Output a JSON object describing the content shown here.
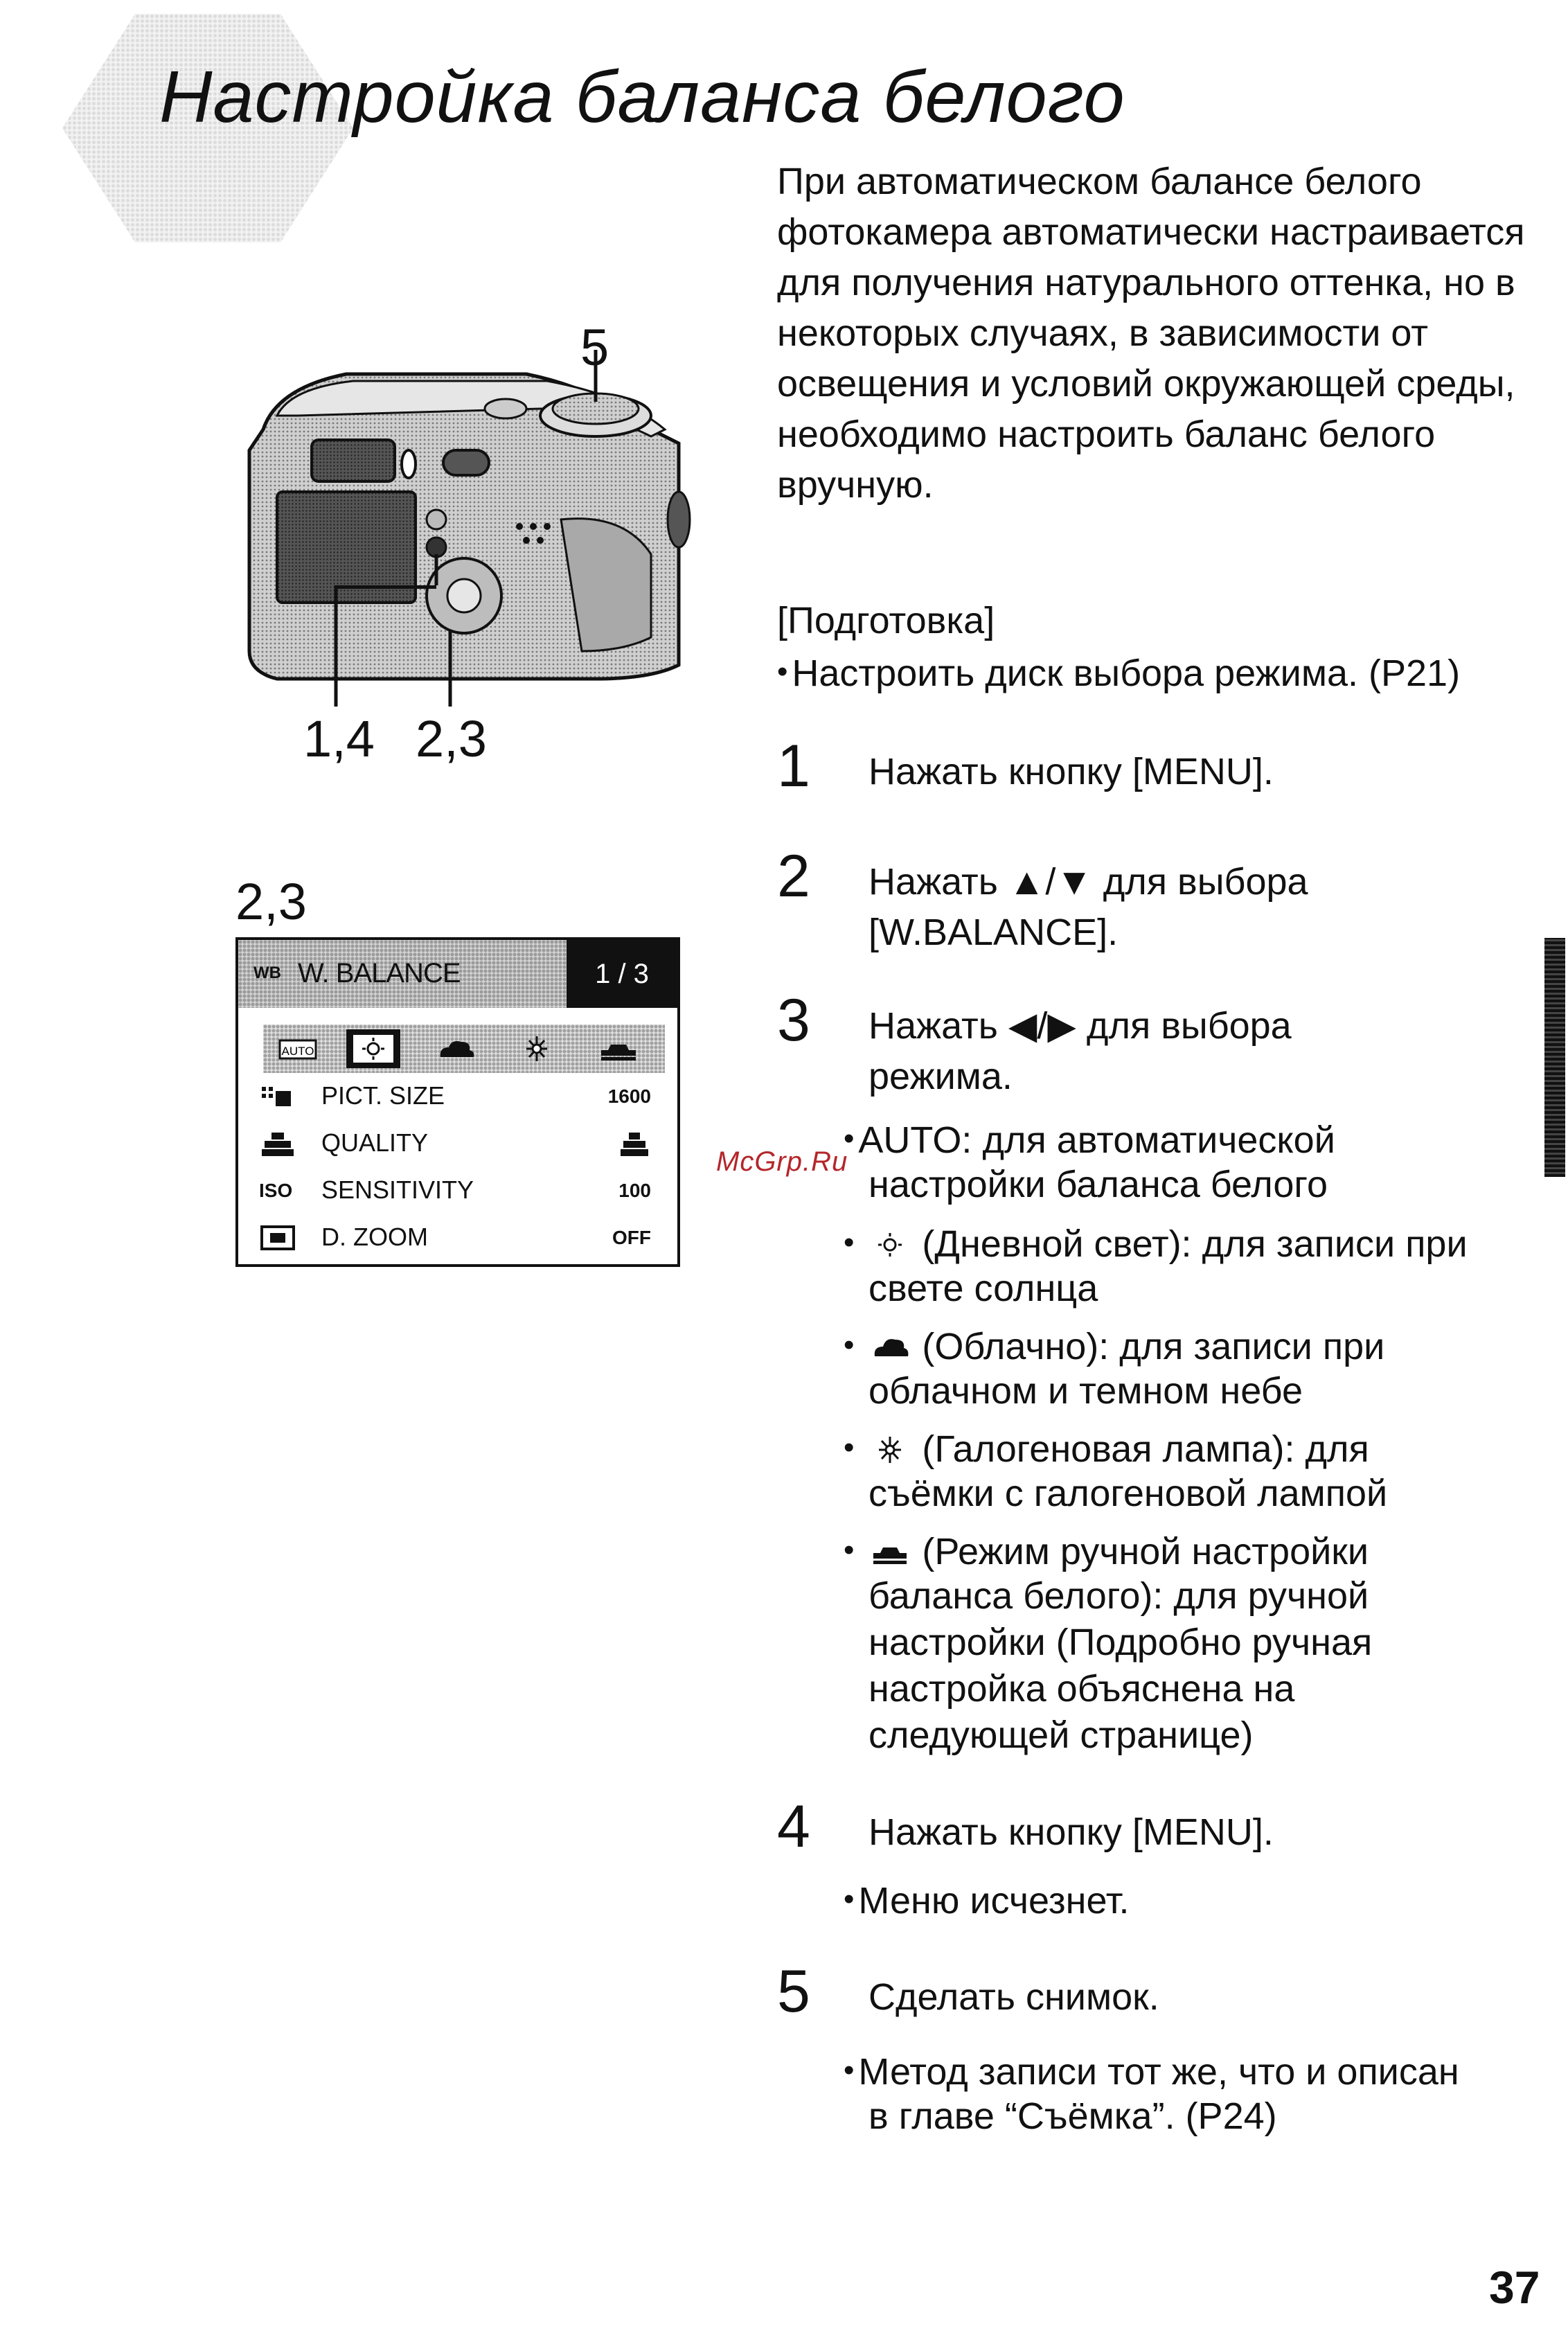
{
  "title": "Настройка баланса белого",
  "intro": "При автоматическом балансе белого фотокамера автоматически настраивается для получения натурального оттенка, но в некоторых случаях, в зависимости от освещения и условий окружающей среды, необходимо настроить баланс белого вручную.",
  "preparation": {
    "heading": "[Подготовка]",
    "bullet": "Настроить диск выбора режима. (P21)"
  },
  "steps": [
    {
      "num": "1",
      "text": "Нажать кнопку [MENU]."
    },
    {
      "num": "2",
      "text": "Нажать ▲/▼ для выбора [W.BALANCE]."
    },
    {
      "num": "3",
      "text": "Нажать ◀/▶ для выбора режима."
    },
    {
      "num": "4",
      "text": "Нажать кнопку [MENU]."
    },
    {
      "num": "5",
      "text": "Сделать снимок."
    }
  ],
  "step3_bullets": {
    "auto_line1": "AUTO: для автоматической",
    "auto_line2": "настройки баланса белого",
    "daylight_line1": "(Дневной свет): для записи при",
    "daylight_line2": "свете солнца",
    "cloudy_line1": "(Облачно): для записи при",
    "cloudy_line2": "облачном и темном небе",
    "halogen_line1": "(Галогеновая лампа): для",
    "halogen_line2": "съёмки с галогеновой лампой",
    "manual_line1": "(Режим ручной настройки",
    "manual_line2": "баланса белого): для ручной",
    "manual_line3": "настройки (Подробно ручная",
    "manual_line4": "настройка объяснена на",
    "manual_line5": "следующей странице)"
  },
  "step4_bullet": "Меню исчезнет.",
  "step5_bullet_line1": "Метод записи тот же, что и описан",
  "step5_bullet_line2": "в главе “Съёмка”. (P24)",
  "callouts": {
    "top": "5",
    "bottom_left": "1,4",
    "bottom_right": "2,3",
    "menu_label": "2,3"
  },
  "menu": {
    "wb_tag": "WB",
    "title": "W. BALANCE",
    "page": "1 / 3",
    "wb_options": [
      "auto-icon",
      "daylight-icon",
      "cloudy-icon",
      "halogen-icon",
      "manual-wb-icon"
    ],
    "selected_option": "daylight-icon",
    "rows": [
      {
        "icon": "picture-size-icon",
        "label": "PICT. SIZE",
        "value": "1600"
      },
      {
        "icon": "quality-icon",
        "label": "QUALITY",
        "value": ""
      },
      {
        "icon": "iso-icon",
        "iso_text": "ISO",
        "label": "SENSITIVITY",
        "value": "100"
      },
      {
        "icon": "digital-zoom-icon",
        "label": "D. ZOOM",
        "value": "OFF"
      }
    ]
  },
  "watermark": "McGrp.Ru",
  "page_number": "37"
}
